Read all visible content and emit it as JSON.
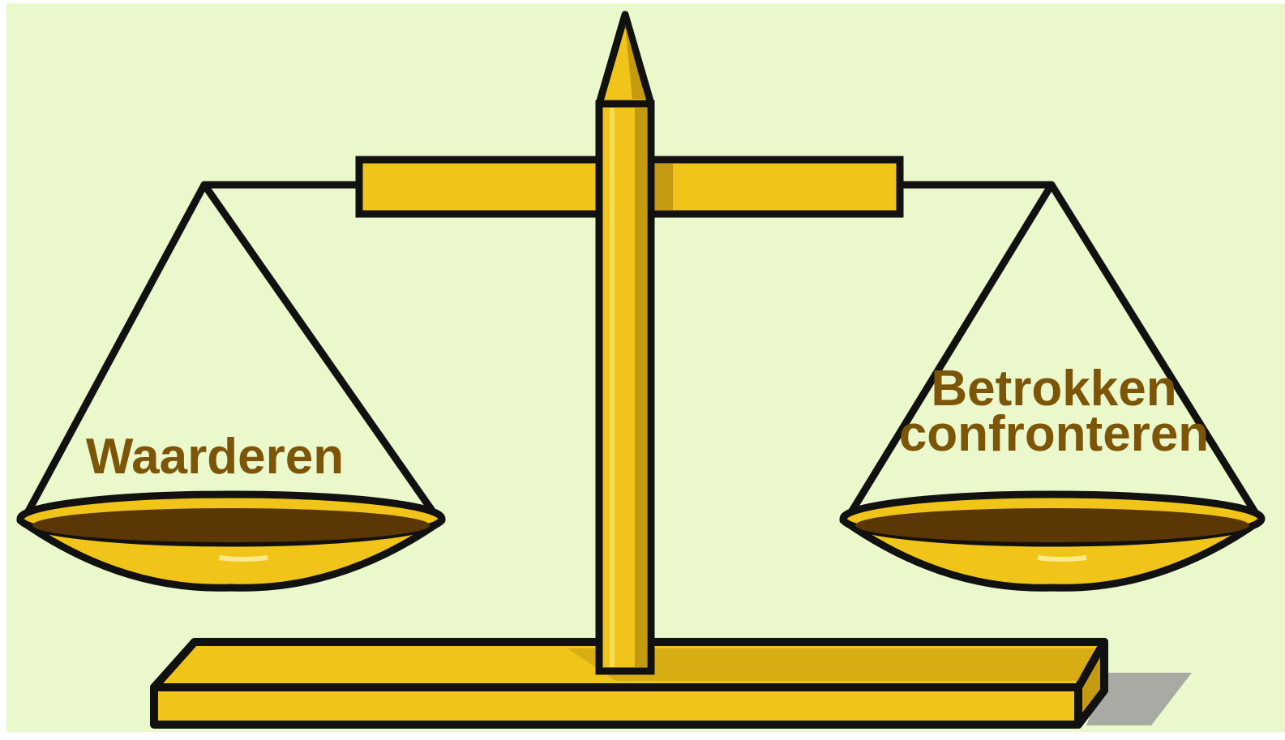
{
  "colors": {
    "background": "#eaf8cc",
    "gold": "#f0c419",
    "gold_dark": "#c49a10",
    "pan_inner": "#5a3705",
    "outline": "#111111",
    "label": "#7d5508",
    "shadow": "#a9aaa4"
  },
  "labels": {
    "left_pan": "Waarderen",
    "right_pan_line1": "Betrokken",
    "right_pan_line2": "confronteren"
  }
}
